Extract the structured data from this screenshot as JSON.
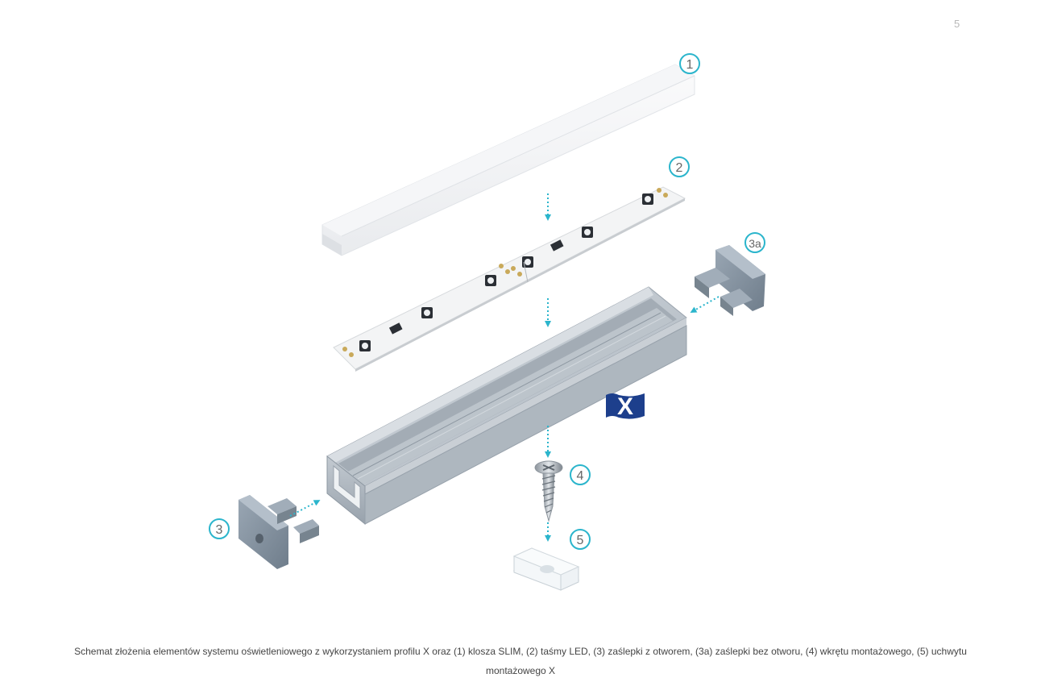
{
  "page_number": "5",
  "badge": {
    "label": "X",
    "color": "#1d3f8c"
  },
  "callouts": [
    {
      "id": "1",
      "label": "1",
      "part": "cover"
    },
    {
      "id": "2",
      "label": "2",
      "part": "led-strip"
    },
    {
      "id": "3a",
      "label": "3a",
      "part": "end-cap-closed"
    },
    {
      "id": "3",
      "label": "3",
      "part": "end-cap-with-hole"
    },
    {
      "id": "4",
      "label": "4",
      "part": "screw"
    },
    {
      "id": "5",
      "label": "5",
      "part": "mounting-clip"
    }
  ],
  "colors": {
    "callout_ring": "#2bb5cc",
    "arrow": "#2bb5cc",
    "aluminium": "#b9c2ca",
    "end_cap": "#8593a1"
  },
  "caption": {
    "line1": "Schemat złożenia elementów systemu oświetleniowego z wykorzystaniem profilu X oraz (1) klosza SLIM, (2) taśmy LED, (3) zaślepki z otworem, (3a) zaślepki bez otworu, (4) wkrętu montażowego, (5) uchwytu",
    "line2": "montażowego X"
  }
}
